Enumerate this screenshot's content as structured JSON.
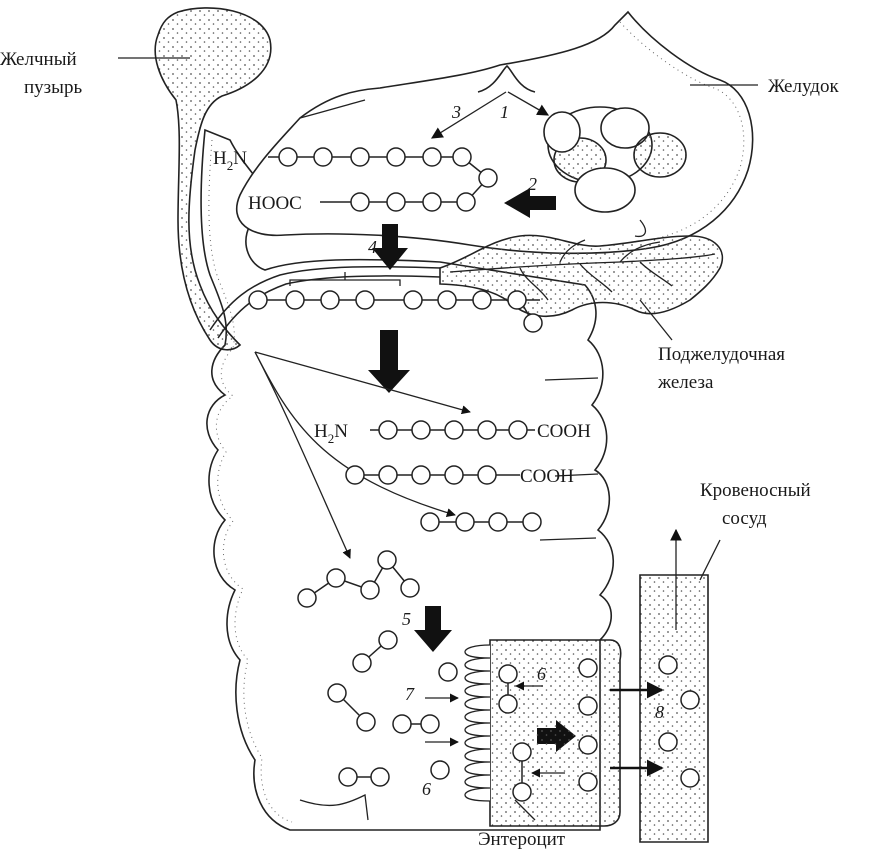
{
  "labels": {
    "gallbladder": "Желчный пузырь",
    "gallbladder_line1": "Желчный",
    "gallbladder_line2": "пузырь",
    "stomach": "Желудок",
    "pancreas_line1": "Поджелудочная",
    "pancreas_line2": "железа",
    "vessel_line1": "Кровеносный",
    "vessel_line2": "сосуд",
    "enterocyte": "Энтероцит"
  },
  "chemistry": {
    "n_terminus_h": "H",
    "n_terminus_sub": "2",
    "n_terminus_n": "N",
    "hooc": "HOOC",
    "cooh": "COOH"
  },
  "steps": [
    "1",
    "2",
    "3",
    "4",
    "5",
    "6",
    "7",
    "8"
  ],
  "colors": {
    "ink": "#1a1a1a",
    "background": "#ffffff",
    "stipple": "#555555"
  }
}
